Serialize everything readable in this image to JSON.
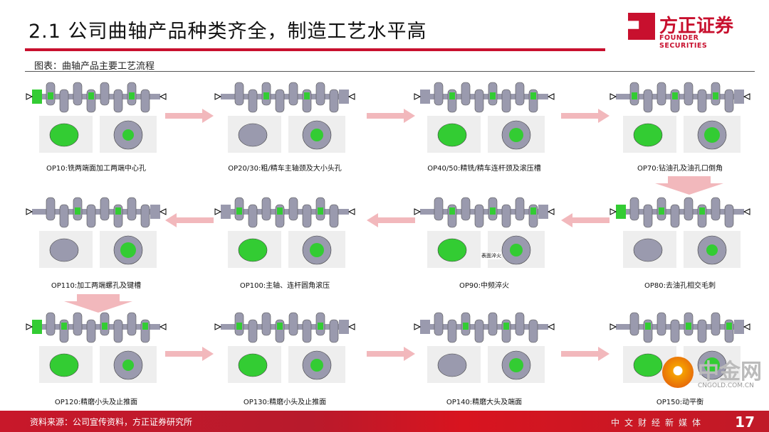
{
  "header": {
    "title": "2.1 公司曲轴产品种类齐全，制造工艺水平高",
    "logo_cn": "方正证券",
    "logo_en": "FOUNDER SECURITIES"
  },
  "figure": {
    "caption": "图表：曲轴产品主要工艺流程",
    "steps": [
      {
        "label": "OP10:铣两端面加工两端中心孔"
      },
      {
        "label": "OP20/30:粗/精车主轴颈及大小头孔"
      },
      {
        "label": "OP40/50:精铣/精车连杆颈及滚压槽"
      },
      {
        "label": "OP70:钻油孔及油孔口倒角"
      },
      {
        "label": "OP80:去油孔相交毛刺"
      },
      {
        "label": "OP90:中频淬火",
        "inset_text": "表面淬火"
      },
      {
        "label": "OP100:主轴、连杆圆角滚压"
      },
      {
        "label": "OP110:加工两端螺孔及键槽"
      },
      {
        "label": "OP120:精磨小头及止推面"
      },
      {
        "label": "OP130:精磨小头及止推面"
      },
      {
        "label": "OP140:精磨大头及端面"
      },
      {
        "label": "OP150:动平衡"
      }
    ]
  },
  "footer": {
    "source": "资料来源：公司宣传资料，方正证券研究所",
    "page": "17"
  },
  "watermark": {
    "cn": "中金网",
    "en": "CNGOLD.COM.CN",
    "sub": "中文财经新媒体"
  },
  "colors": {
    "brand": "#c8102e",
    "highlight": "#33cc33",
    "part": "#9a9aae",
    "arrow": "#f2b8bc"
  }
}
